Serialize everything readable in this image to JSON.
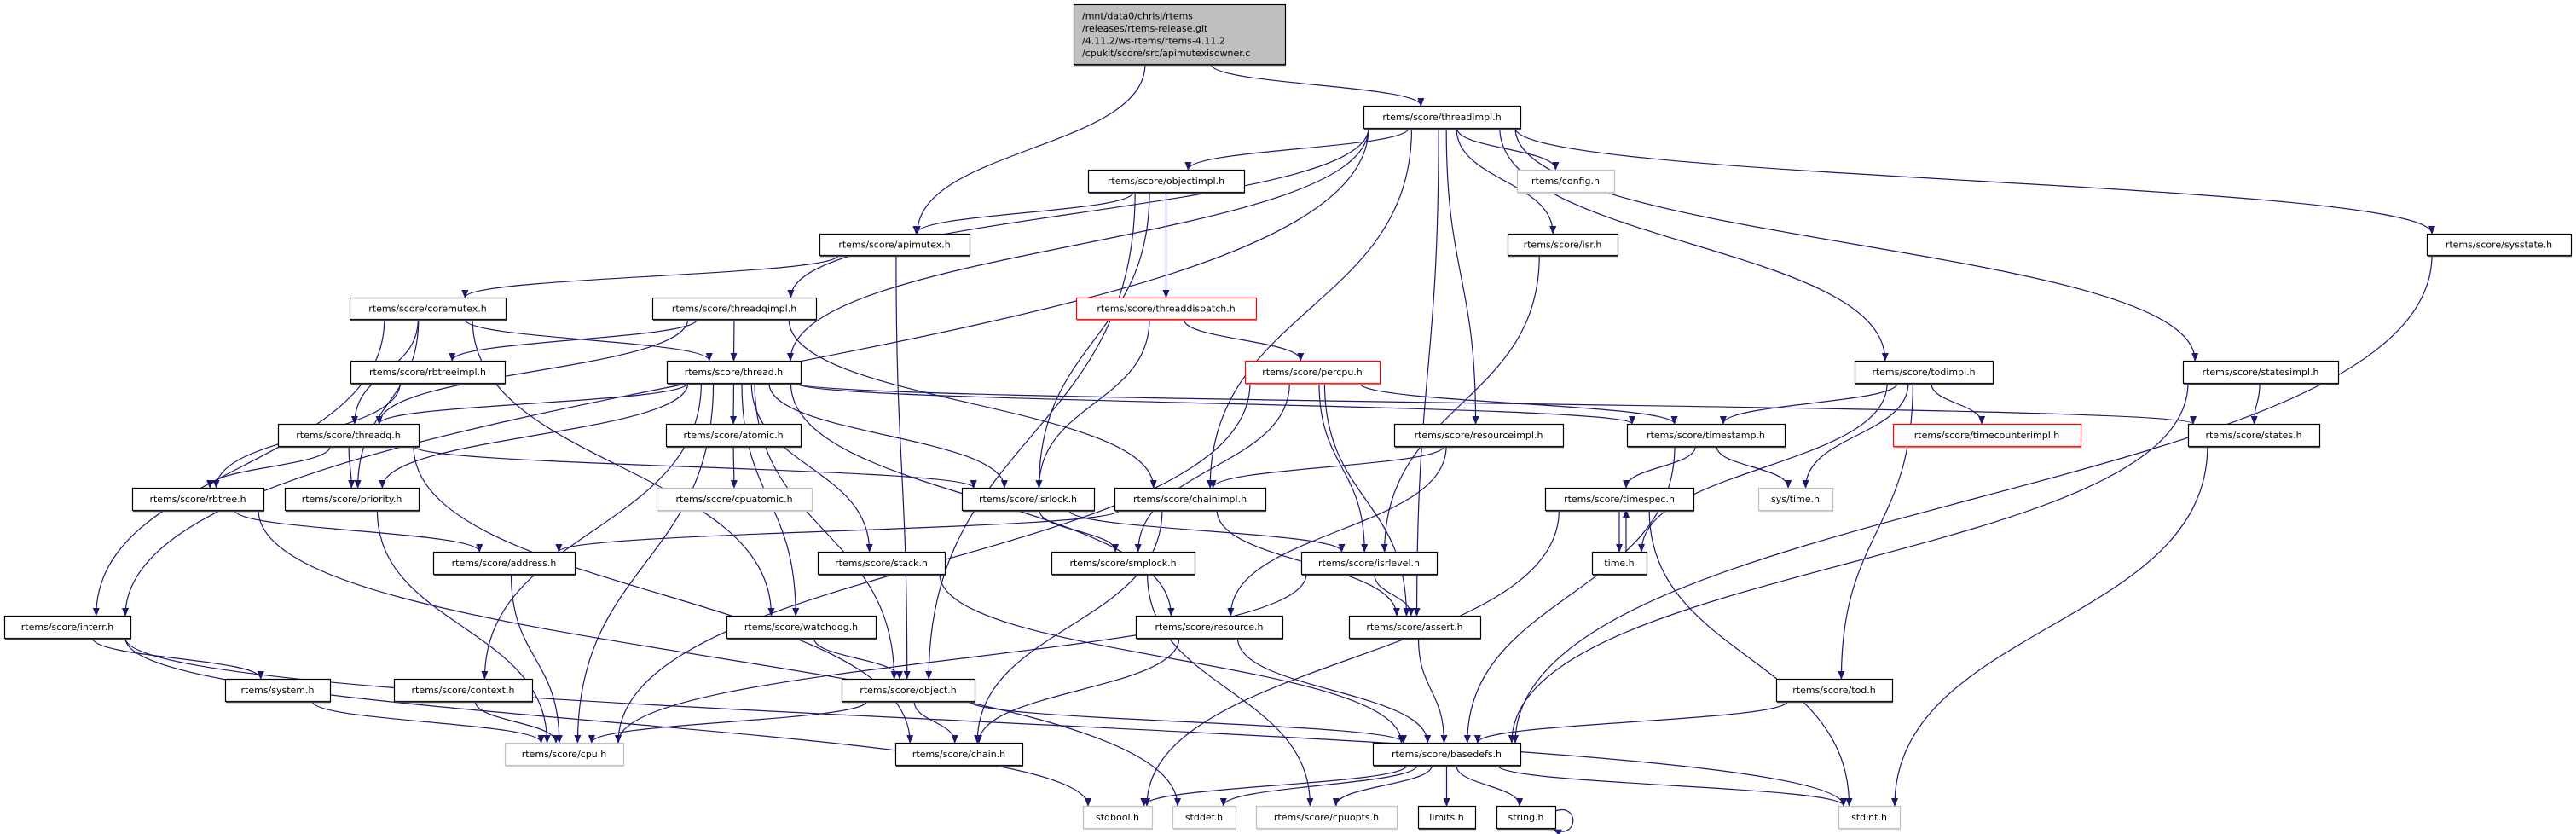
{
  "graph": {
    "colors": {
      "edge": "#191970",
      "root_fill": "#bfbfbf",
      "node_border": "#000000",
      "external_border": "#bfbfbf",
      "truncated_border": "#ff0000"
    },
    "nodes": [
      {
        "id": "root",
        "kind": "root",
        "label": [
          "/mnt/data0/chrisj/rtems",
          "/releases/rtems-release.git",
          "/4.11.2/ws-rtems/rtems-4.11.2",
          "/cpukit/score/src/apimutexisowner.c"
        ]
      },
      {
        "id": "threadimpl",
        "kind": "default",
        "label": [
          "rtems/score/threadimpl.h"
        ]
      },
      {
        "id": "objectimpl",
        "kind": "default",
        "label": [
          "rtems/score/objectimpl.h"
        ]
      },
      {
        "id": "config",
        "kind": "external",
        "label": [
          "rtems/config.h"
        ]
      },
      {
        "id": "apimutex",
        "kind": "default",
        "label": [
          "rtems/score/apimutex.h"
        ]
      },
      {
        "id": "isr",
        "kind": "default",
        "label": [
          "rtems/score/isr.h"
        ]
      },
      {
        "id": "sysstate",
        "kind": "default",
        "label": [
          "rtems/score/sysstate.h"
        ]
      },
      {
        "id": "coremutex",
        "kind": "default",
        "label": [
          "rtems/score/coremutex.h"
        ]
      },
      {
        "id": "threadqimpl",
        "kind": "default",
        "label": [
          "rtems/score/threadqimpl.h"
        ]
      },
      {
        "id": "threaddispatch",
        "kind": "truncated",
        "label": [
          "rtems/score/threaddispatch.h"
        ]
      },
      {
        "id": "rbtreeimpl",
        "kind": "default",
        "label": [
          "rtems/score/rbtreeimpl.h"
        ]
      },
      {
        "id": "thread",
        "kind": "default",
        "label": [
          "rtems/score/thread.h"
        ]
      },
      {
        "id": "percpu",
        "kind": "truncated",
        "label": [
          "rtems/score/percpu.h"
        ]
      },
      {
        "id": "todimpl",
        "kind": "default",
        "label": [
          "rtems/score/todimpl.h"
        ]
      },
      {
        "id": "statesimpl",
        "kind": "default",
        "label": [
          "rtems/score/statesimpl.h"
        ]
      },
      {
        "id": "threadq",
        "kind": "default",
        "label": [
          "rtems/score/threadq.h"
        ]
      },
      {
        "id": "atomic",
        "kind": "default",
        "label": [
          "rtems/score/atomic.h"
        ]
      },
      {
        "id": "resourceimpl",
        "kind": "default",
        "label": [
          "rtems/score/resourceimpl.h"
        ]
      },
      {
        "id": "timestamp",
        "kind": "default",
        "label": [
          "rtems/score/timestamp.h"
        ]
      },
      {
        "id": "timecounterimpl",
        "kind": "truncated",
        "label": [
          "rtems/score/timecounterimpl.h"
        ]
      },
      {
        "id": "states",
        "kind": "default",
        "label": [
          "rtems/score/states.h"
        ]
      },
      {
        "id": "rbtree",
        "kind": "default",
        "label": [
          "rtems/score/rbtree.h"
        ]
      },
      {
        "id": "priority",
        "kind": "default",
        "label": [
          "rtems/score/priority.h"
        ]
      },
      {
        "id": "cpuatomic",
        "kind": "external",
        "label": [
          "rtems/score/cpuatomic.h"
        ]
      },
      {
        "id": "isrlock",
        "kind": "default",
        "label": [
          "rtems/score/isrlock.h"
        ]
      },
      {
        "id": "chainimpl",
        "kind": "default",
        "label": [
          "rtems/score/chainimpl.h"
        ]
      },
      {
        "id": "timespec",
        "kind": "default",
        "label": [
          "rtems/score/timespec.h"
        ]
      },
      {
        "id": "systime",
        "kind": "external",
        "label": [
          "sys/time.h"
        ]
      },
      {
        "id": "address",
        "kind": "default",
        "label": [
          "rtems/score/address.h"
        ]
      },
      {
        "id": "stack",
        "kind": "default",
        "label": [
          "rtems/score/stack.h"
        ]
      },
      {
        "id": "smplock",
        "kind": "default",
        "label": [
          "rtems/score/smplock.h"
        ]
      },
      {
        "id": "isrlevel",
        "kind": "default",
        "label": [
          "rtems/score/isrlevel.h"
        ]
      },
      {
        "id": "time",
        "kind": "default",
        "label": [
          "time.h"
        ]
      },
      {
        "id": "interr",
        "kind": "default",
        "label": [
          "rtems/score/interr.h"
        ]
      },
      {
        "id": "watchdog",
        "kind": "default",
        "label": [
          "rtems/score/watchdog.h"
        ]
      },
      {
        "id": "resource",
        "kind": "default",
        "label": [
          "rtems/score/resource.h"
        ]
      },
      {
        "id": "assert",
        "kind": "default",
        "label": [
          "rtems/score/assert.h"
        ]
      },
      {
        "id": "system",
        "kind": "default",
        "label": [
          "rtems/system.h"
        ]
      },
      {
        "id": "context",
        "kind": "default",
        "label": [
          "rtems/score/context.h"
        ]
      },
      {
        "id": "object",
        "kind": "default",
        "label": [
          "rtems/score/object.h"
        ]
      },
      {
        "id": "tod",
        "kind": "default",
        "label": [
          "rtems/score/tod.h"
        ]
      },
      {
        "id": "cpu",
        "kind": "external",
        "label": [
          "rtems/score/cpu.h"
        ]
      },
      {
        "id": "chain",
        "kind": "default",
        "label": [
          "rtems/score/chain.h"
        ]
      },
      {
        "id": "basedefs",
        "kind": "default",
        "label": [
          "rtems/score/basedefs.h"
        ]
      },
      {
        "id": "stdbool",
        "kind": "external",
        "label": [
          "stdbool.h"
        ]
      },
      {
        "id": "stddef",
        "kind": "external",
        "label": [
          "stddef.h"
        ]
      },
      {
        "id": "cpuopts",
        "kind": "external",
        "label": [
          "rtems/score/cpuopts.h"
        ]
      },
      {
        "id": "limits",
        "kind": "default",
        "label": [
          "limits.h"
        ]
      },
      {
        "id": "string",
        "kind": "default",
        "label": [
          "string.h"
        ]
      },
      {
        "id": "stdint",
        "kind": "external",
        "label": [
          "stdint.h"
        ]
      }
    ],
    "edges": [
      [
        "root",
        "apimutex"
      ],
      [
        "root",
        "threadimpl"
      ],
      [
        "threadimpl",
        "interr"
      ],
      [
        "threadimpl",
        "thread"
      ],
      [
        "threadimpl",
        "threadqimpl"
      ],
      [
        "threadimpl",
        "chainimpl"
      ],
      [
        "threadimpl",
        "objectimpl"
      ],
      [
        "threadimpl",
        "config"
      ],
      [
        "threadimpl",
        "isr"
      ],
      [
        "threadimpl",
        "resourceimpl"
      ],
      [
        "threadimpl",
        "todimpl"
      ],
      [
        "threadimpl",
        "statesimpl"
      ],
      [
        "threadimpl",
        "sysstate"
      ],
      [
        "threadimpl",
        "assert"
      ],
      [
        "objectimpl",
        "apimutex"
      ],
      [
        "objectimpl",
        "threaddispatch"
      ],
      [
        "objectimpl",
        "isrlock"
      ],
      [
        "objectimpl",
        "object"
      ],
      [
        "apimutex",
        "coremutex"
      ],
      [
        "apimutex",
        "object"
      ],
      [
        "coremutex",
        "thread"
      ],
      [
        "coremutex",
        "threadq"
      ],
      [
        "coremutex",
        "priority"
      ],
      [
        "coremutex",
        "watchdog"
      ],
      [
        "coremutex",
        "interr"
      ],
      [
        "threadqimpl",
        "rbtreeimpl"
      ],
      [
        "threadqimpl",
        "thread"
      ],
      [
        "threadqimpl",
        "threadq"
      ],
      [
        "threadqimpl",
        "chainimpl"
      ],
      [
        "threaddispatch",
        "percpu"
      ],
      [
        "threaddispatch",
        "isrlock"
      ],
      [
        "rbtreeimpl",
        "rbtree"
      ],
      [
        "thread",
        "threadq"
      ],
      [
        "thread",
        "priority"
      ],
      [
        "thread",
        "atomic"
      ],
      [
        "thread",
        "isrlock"
      ],
      [
        "thread",
        "stack"
      ],
      [
        "thread",
        "watchdog"
      ],
      [
        "thread",
        "object"
      ],
      [
        "thread",
        "resource"
      ],
      [
        "thread",
        "context"
      ],
      [
        "thread",
        "cpu"
      ],
      [
        "thread",
        "states"
      ],
      [
        "thread",
        "timestamp"
      ],
      [
        "percpu",
        "timestamp"
      ],
      [
        "percpu",
        "isrlevel"
      ],
      [
        "percpu",
        "assert"
      ],
      [
        "percpu",
        "smplock"
      ],
      [
        "percpu",
        "cpu"
      ],
      [
        "todimpl",
        "timestamp"
      ],
      [
        "todimpl",
        "timecounterimpl"
      ],
      [
        "todimpl",
        "systime"
      ],
      [
        "todimpl",
        "time"
      ],
      [
        "todimpl",
        "tod"
      ],
      [
        "statesimpl",
        "states"
      ],
      [
        "statesimpl",
        "basedefs"
      ],
      [
        "sysstate",
        "basedefs"
      ],
      [
        "isr",
        "isrlevel"
      ],
      [
        "threadq",
        "rbtree"
      ],
      [
        "threadq",
        "priority"
      ],
      [
        "threadq",
        "isrlock"
      ],
      [
        "threadq",
        "chain"
      ],
      [
        "atomic",
        "cpuatomic"
      ],
      [
        "resourceimpl",
        "chainimpl"
      ],
      [
        "resourceimpl",
        "resource"
      ],
      [
        "timestamp",
        "timespec"
      ],
      [
        "timestamp",
        "systime"
      ],
      [
        "timestamp",
        "basedefs"
      ],
      [
        "states",
        "stdint"
      ],
      [
        "rbtree",
        "address"
      ],
      [
        "rbtree",
        "stddef"
      ],
      [
        "priority",
        "cpu"
      ],
      [
        "isrlock",
        "smplock"
      ],
      [
        "isrlock",
        "isrlevel"
      ],
      [
        "chainimpl",
        "address"
      ],
      [
        "chainimpl",
        "chain"
      ],
      [
        "chainimpl",
        "assert"
      ],
      [
        "timespec",
        "time"
      ],
      [
        "timespec",
        "stdint"
      ],
      [
        "timespec",
        "stdbool"
      ],
      [
        "time",
        "timespec"
      ],
      [
        "address",
        "cpu"
      ],
      [
        "stack",
        "basedefs"
      ],
      [
        "smplock",
        "cpuopts"
      ],
      [
        "isrlevel",
        "assert"
      ],
      [
        "isrlevel",
        "cpu"
      ],
      [
        "interr",
        "system"
      ],
      [
        "interr",
        "stdbool"
      ],
      [
        "interr",
        "stdint"
      ],
      [
        "watchdog",
        "object"
      ],
      [
        "resource",
        "chain"
      ],
      [
        "resource",
        "basedefs"
      ],
      [
        "assert",
        "basedefs"
      ],
      [
        "system",
        "cpu"
      ],
      [
        "context",
        "cpu"
      ],
      [
        "object",
        "cpu"
      ],
      [
        "object",
        "chain"
      ],
      [
        "object",
        "basedefs"
      ],
      [
        "tod",
        "basedefs"
      ],
      [
        "basedefs",
        "stdbool"
      ],
      [
        "basedefs",
        "stddef"
      ],
      [
        "basedefs",
        "cpuopts"
      ],
      [
        "basedefs",
        "limits"
      ],
      [
        "basedefs",
        "string"
      ],
      [
        "basedefs",
        "stdint"
      ],
      [
        "string",
        "string"
      ]
    ]
  }
}
